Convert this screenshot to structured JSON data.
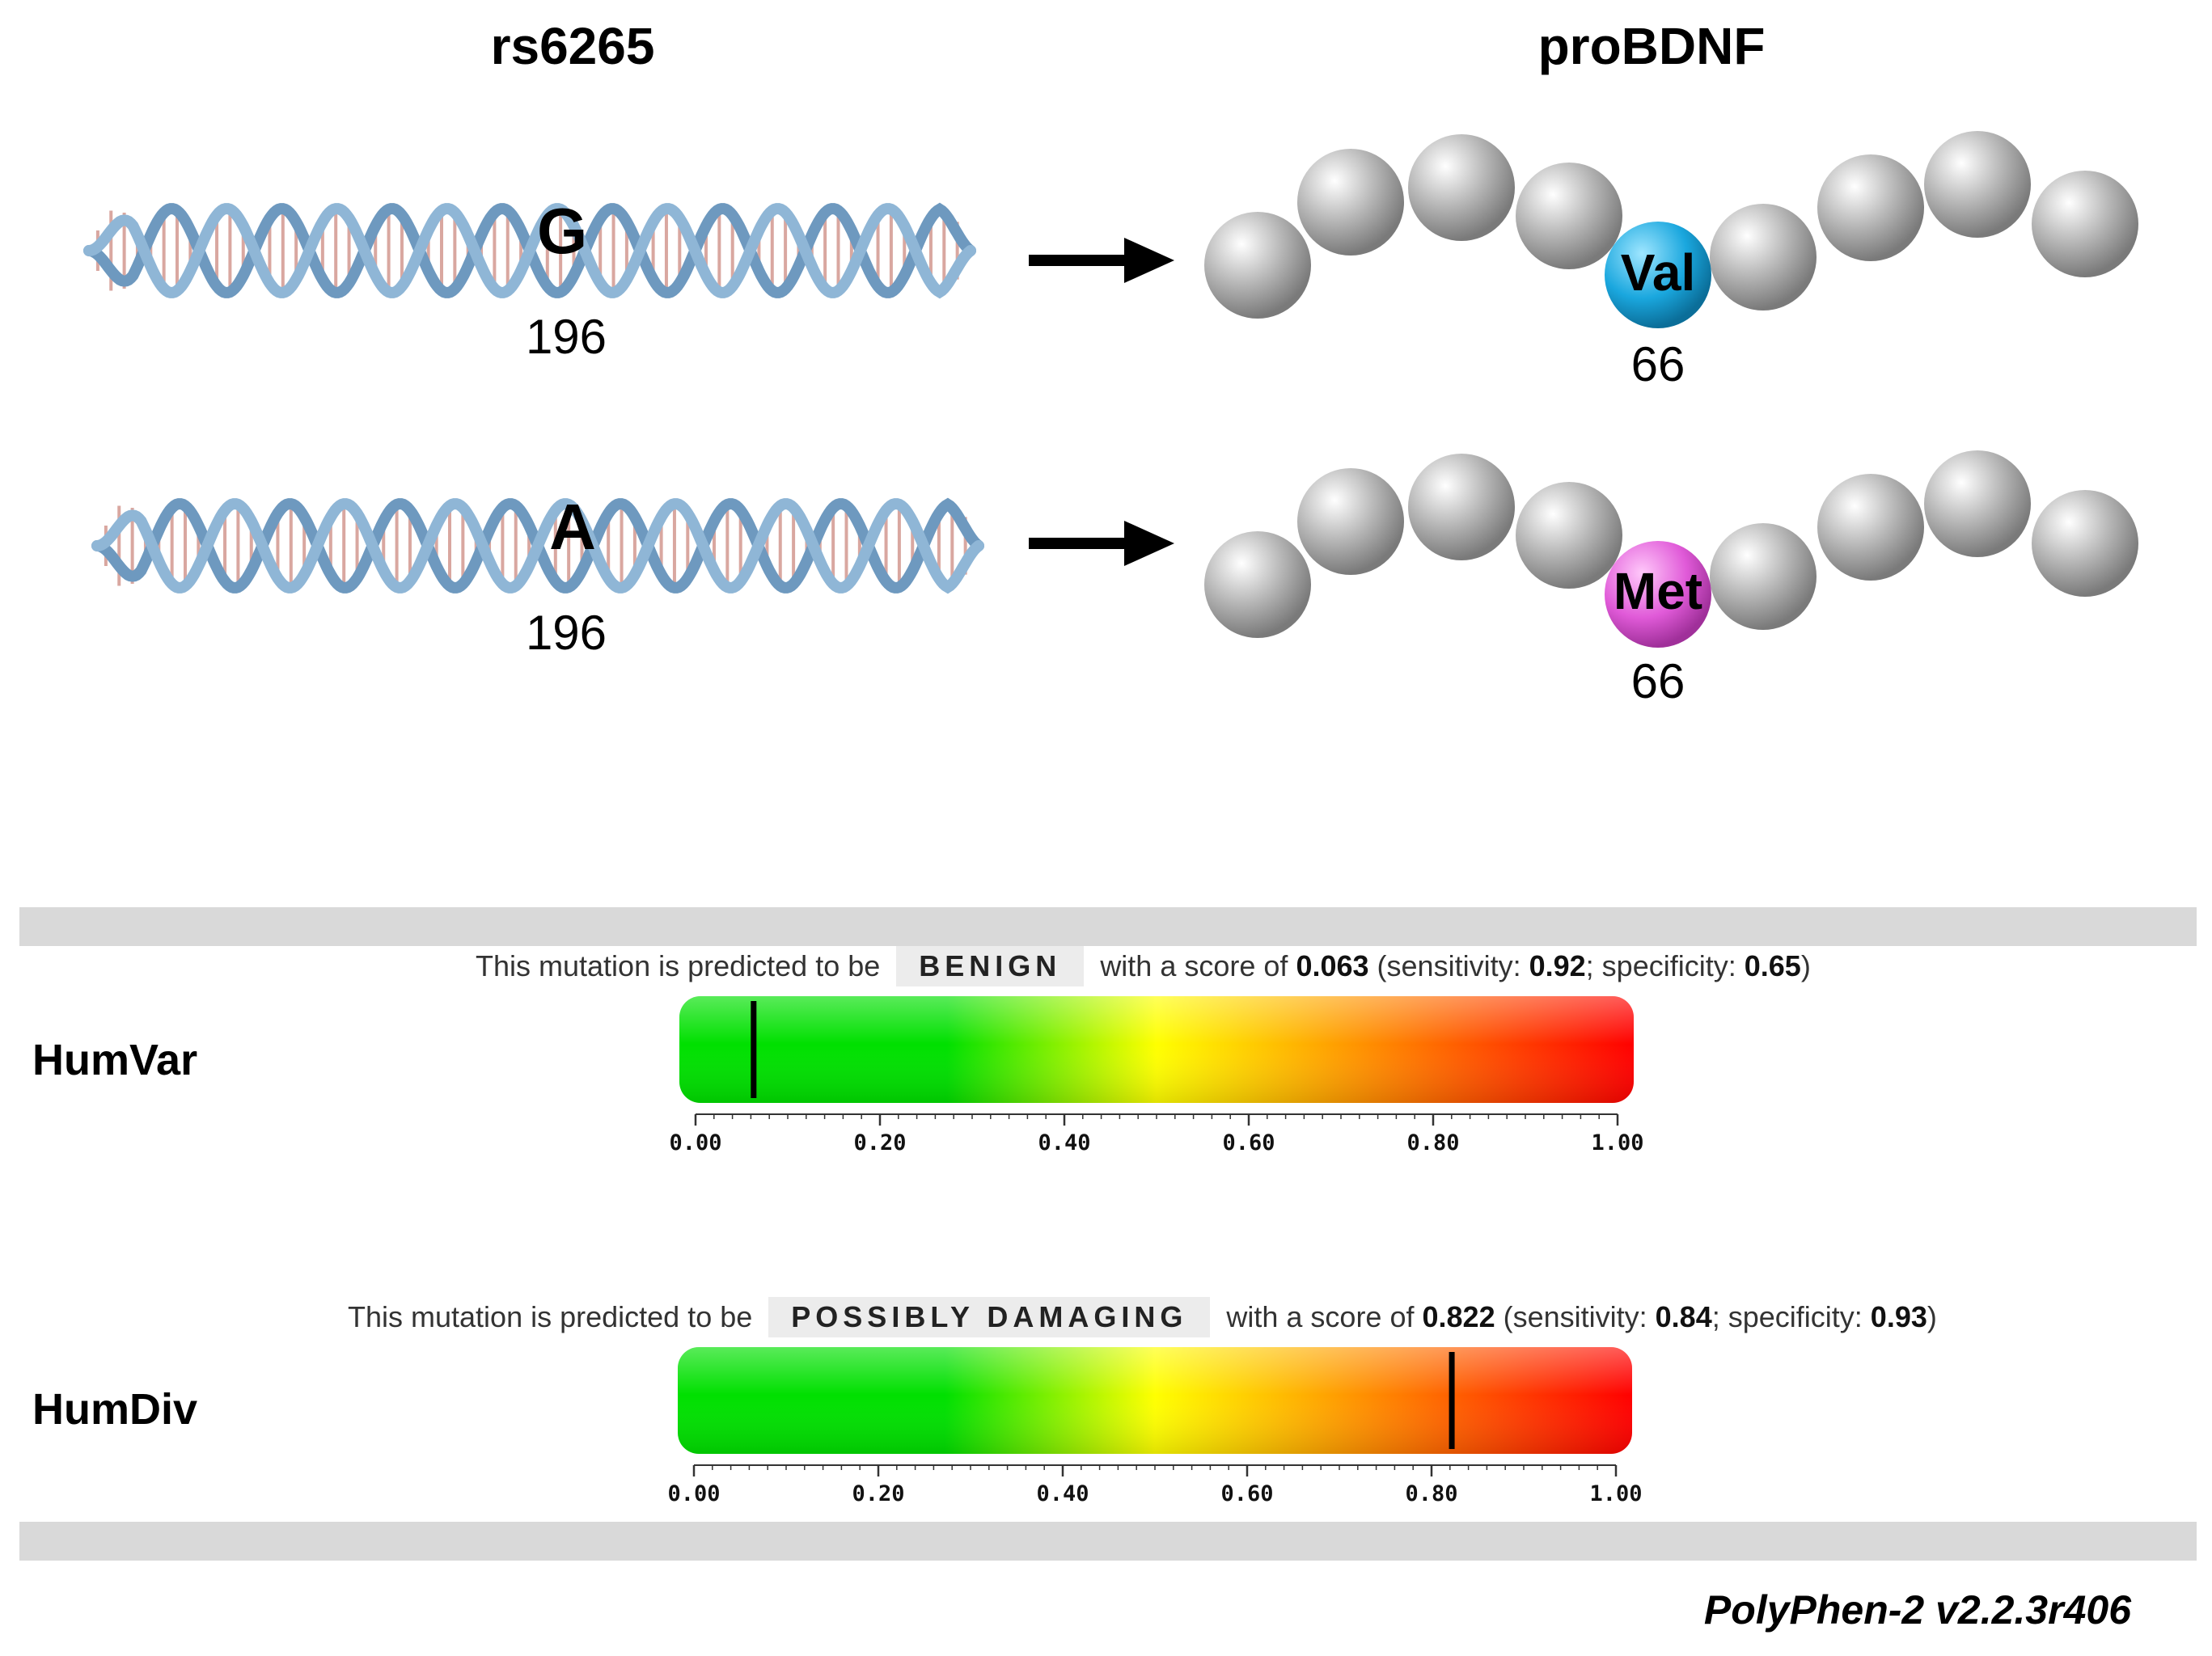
{
  "header": {
    "dna_title": "rs6265",
    "protein_title": "proBDNF"
  },
  "rows": [
    {
      "base": "G",
      "nt_position": "196",
      "residue": "Val",
      "aa_position": "66",
      "residue_color": "#1aa7de"
    },
    {
      "base": "A",
      "nt_position": "196",
      "residue": "Met",
      "aa_position": "66",
      "residue_color": "#e05ad8"
    }
  ],
  "predictions": [
    {
      "model": "HumVar",
      "prefix": "This mutation is predicted to be",
      "verdict": "BENIGN",
      "score_prefix": "with a score of",
      "score": 0.063,
      "score_label": "0.063",
      "sensitivity_prefix": "(sensitivity:",
      "sensitivity": "0.92",
      "specificity_prefix": "; specificity:",
      "specificity": "0.65",
      "suffix": ")"
    },
    {
      "model": "HumDiv",
      "prefix": "This mutation is predicted to be",
      "verdict": "POSSIBLY DAMAGING",
      "score_prefix": "with a score of",
      "score": 0.822,
      "score_label": "0.822",
      "sensitivity_prefix": "(sensitivity:",
      "sensitivity": "0.84",
      "specificity_prefix": "; specificity:",
      "specificity": "0.93",
      "suffix": ")"
    }
  ],
  "scale_ticks": [
    "0.00",
    "0.20",
    "0.40",
    "0.60",
    "0.80",
    "1.00"
  ],
  "colors": {
    "gradient_low": "#00e000",
    "gradient_mid": "#ffff00",
    "gradient_high": "#ff0000",
    "bead": "#a8a8a8",
    "band": "#d9d9d9"
  },
  "footer": "PolyPhen-2 v2.2.3r406"
}
